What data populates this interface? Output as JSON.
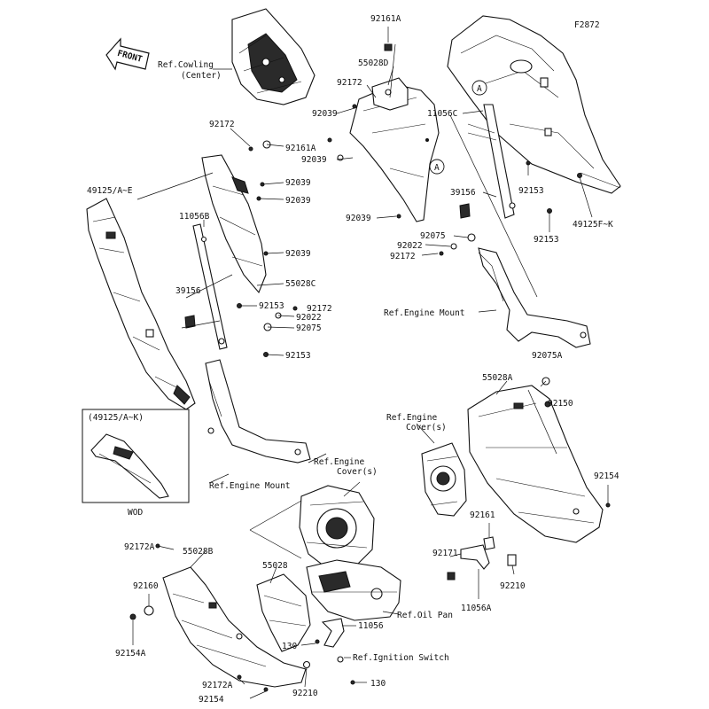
{
  "figure": {
    "code": "F2872",
    "front_label": "FRONT",
    "wod_caption": "WOD",
    "inset_label": "(49125/A~K)",
    "ref_marker": "A"
  },
  "parts": {
    "p92161A_top": "92161A",
    "p55028D": "55028D",
    "p92172_upper": "92172",
    "p11056C": "11056C",
    "p92039_a": "92039",
    "p92039_b": "92039",
    "p92039_c": "92039",
    "p39156_right": "39156",
    "p92153_right_a": "92153",
    "p92153_right_b": "92153",
    "p49125FK": "49125F~K",
    "p92075_right": "92075",
    "p92022_right": "92022",
    "p92172_right": "92172",
    "p92172_left": "92172",
    "p92161A_left": "92161A",
    "p49125AE": "49125/A~E",
    "p92039_left_a": "92039",
    "p92039_left_b": "92039",
    "p92039_left_c": "92039",
    "p11056B": "11056B",
    "p55028C": "55028C",
    "p39156_left": "39156",
    "p92153_left_a": "92153",
    "p92172_mid": "92172",
    "p92022_mid": "92022",
    "p92075_mid": "92075",
    "p92153_left_b": "92153",
    "p55028A": "55028A",
    "p92075A": "92075A",
    "p92150": "92150",
    "p92154_right": "92154",
    "p92161": "92161",
    "p92171": "92171",
    "p92210_right": "92210",
    "p11056A": "11056A",
    "p92172A_top": "92172A",
    "p55028B": "55028B",
    "p55028": "55028",
    "p92160": "92160",
    "p92154A": "92154A",
    "p11056": "11056",
    "p130_a": "130",
    "p130_b": "130",
    "p92172A_bottom": "92172A",
    "p92210_bottom": "92210",
    "p92154_bottom": "92154"
  },
  "refs": {
    "cowling_line1": "Ref.Cowling",
    "cowling_line2": "(Center)",
    "engine_mount_right": "Ref.Engine Mount",
    "engine_mount_left": "Ref.Engine Mount",
    "engine_cover_right_1": "Ref.Engine",
    "engine_cover_right_2": "Cover(s)",
    "engine_cover_left_1": "Ref.Engine",
    "engine_cover_left_2": "Cover(s)",
    "oil_pan": "Ref.Oil Pan",
    "ignition_switch": "Ref.Ignition Switch"
  }
}
